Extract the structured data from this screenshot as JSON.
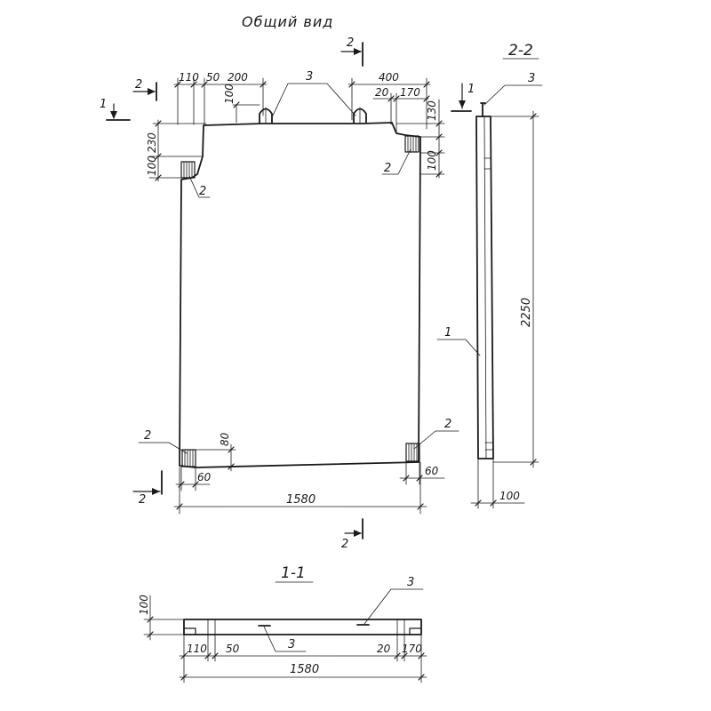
{
  "titles": {
    "general_view": "Общий вид",
    "section_22": "2-2",
    "section_11": "1-1"
  },
  "markers": {
    "m1": "1",
    "m2": "2",
    "m3": "3"
  },
  "dims": {
    "d110": "110",
    "d50": "50",
    "d200": "200",
    "d400": "400",
    "d100": "100",
    "d20": "20",
    "d170": "170",
    "d130": "130",
    "d230": "230",
    "d80": "80",
    "d60": "60",
    "d1580": "1580",
    "d2250": "2250"
  }
}
